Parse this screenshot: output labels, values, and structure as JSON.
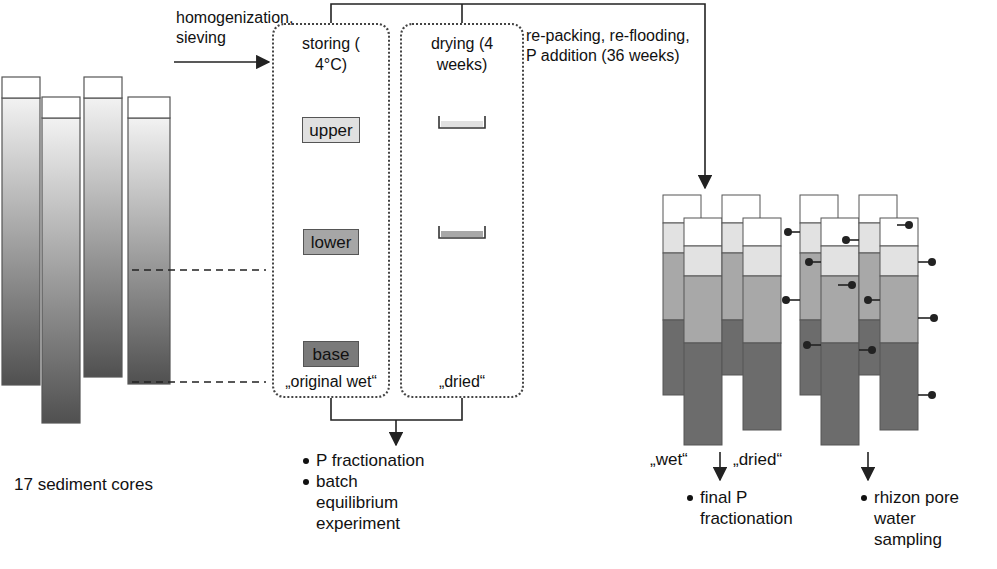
{
  "diagram": {
    "nodes": [
      {
        "text": [
          "storing ( 4°C)",
          "„original wet“"
        ]
      },
      {
        "text": [
          "upper"
        ],
        "in": 0
      },
      {
        "text": [
          "lower"
        ],
        "in": 0
      },
      {
        "text": [
          "base"
        ],
        "in": 0
      },
      {
        "text": [
          "drying (4 weeks)",
          "„dried“"
        ]
      }
    ],
    "labels": [
      "17 sediment cores",
      "homogenization, sieving",
      "re-packing, re-flooding, P addition (36 weeks)",
      "„wet“",
      "„dried“",
      "P fractionation",
      "batch equilibrium experiment",
      "final P fractionation",
      "rhizon pore water sampling"
    ]
  }
}
